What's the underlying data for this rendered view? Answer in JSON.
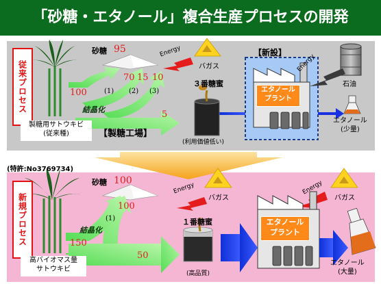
{
  "title": "「砂糖・エタノール」複合生産プロセスの開発",
  "patent": "(特許:No3769734)",
  "old": {
    "label": "従来プロセス",
    "sugar_label": "砂糖",
    "sugar_value": "95",
    "yields": [
      "70",
      "15",
      "10"
    ],
    "steps": [
      "(1)",
      "(2)",
      "(3)"
    ],
    "input_value": "100",
    "crystallize": "結晶化",
    "residual_value": "5",
    "molasses_label": "３番糖蜜",
    "molasses_note": "(利用価値低い)",
    "factory_label": "【製糖工場】",
    "cane_line1": "製糖用サトウキビ",
    "cane_line2": "(従来種)",
    "energy_label": "Energy",
    "bagasse_label": "バガス",
    "new_setup_label": "【新設】",
    "energy_label_2": "Energy",
    "plant_line1": "エタノール",
    "plant_line2": "プラント",
    "oil_label": "石油",
    "ethanol_line1": "エタノール",
    "ethanol_line2": "(少量)"
  },
  "new": {
    "label": "新規プロセス",
    "sugar_label": "砂糖",
    "sugar_value": "100",
    "yield": "100",
    "step": "(1)",
    "crystallize": "結晶化",
    "input_value": "150",
    "flow_value": "50",
    "molasses_label": "１番糖蜜",
    "molasses_note": "(高品質)",
    "cane_line1": "高バイオマス量",
    "cane_line2": "サトウキビ",
    "energy_label": "Energy",
    "bagasse_label": "バガス",
    "energy_label_2": "Energy",
    "bagasse_label_2": "バガス",
    "plant_line1": "エタノール",
    "plant_line2": "プラント",
    "ethanol_line1": "エタノール",
    "ethanol_line2": "(大量)"
  },
  "colors": {
    "title_bg": "#0b6b1e",
    "old_bg": "#c8c8c8",
    "new_bg": "#f4b6d2",
    "arrow_green": "#3dcc3d",
    "flow_blue": "#1830e0",
    "energy_red": "#e41c1c",
    "plant_orange": "#ff8a1a",
    "transition_orange": "#f5a21a",
    "bagasse_yellow": "#ffd21f"
  }
}
